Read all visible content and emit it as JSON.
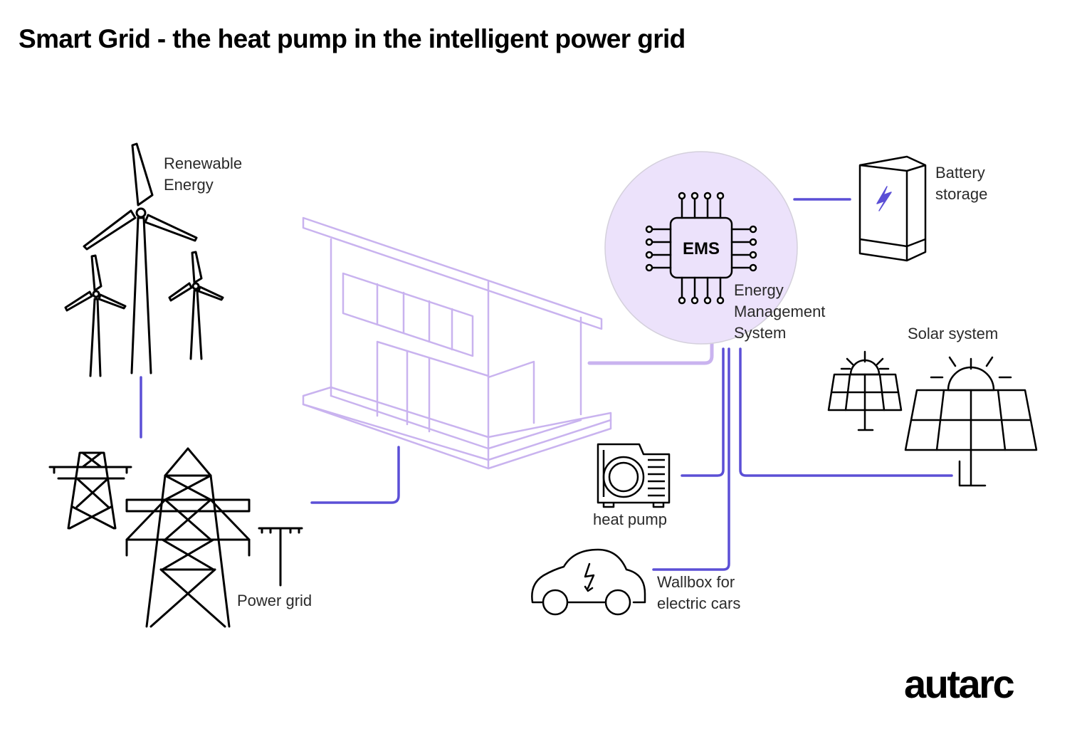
{
  "title": "Smart Grid - the heat pump in the intelligent power grid",
  "labels": {
    "renewable": [
      "Renewable",
      "Energy"
    ],
    "power_grid": "Power grid",
    "ems_short": "EMS",
    "ems_long": [
      "Energy",
      "Management",
      "System"
    ],
    "battery": [
      "Battery",
      "storage"
    ],
    "solar": "Solar system",
    "heat_pump": "heat pump",
    "wallbox": [
      "Wallbox for",
      "electric cars"
    ]
  },
  "brand": {
    "logo_text": "autarc"
  },
  "colors": {
    "house_stroke": "#c9b3ef",
    "ems_fill": "#ece2fb",
    "connector": "#5b4fd6",
    "icon_stroke": "#000000"
  },
  "icons": [
    "wind-turbine-icon",
    "power-pylon-icon",
    "house-icon",
    "ems-chip-icon",
    "battery-icon",
    "solar-panel-icon",
    "heat-pump-icon",
    "electric-car-icon"
  ]
}
